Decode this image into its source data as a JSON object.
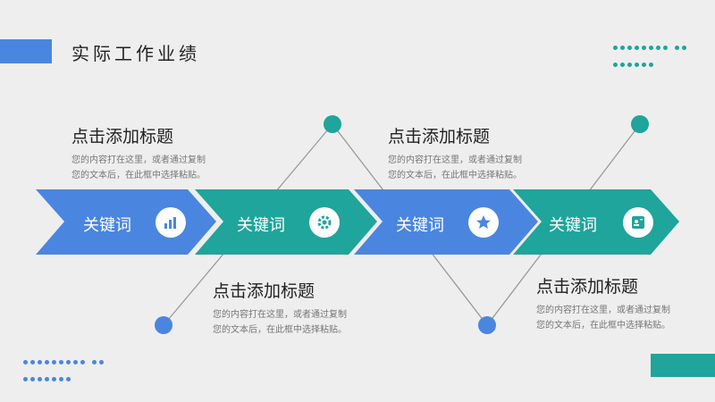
{
  "slide": {
    "title": "实际工作业绩",
    "colors": {
      "blue": "#4a86e0",
      "teal": "#1fa59b"
    }
  },
  "items": [
    {
      "label": "关键词",
      "icon": "bar-chart-icon",
      "title": "点击添加标题",
      "desc_line1": "您的内容打在这里，或者通过复制",
      "desc_line2": "您的文本后，在此框中选择粘贴。"
    },
    {
      "label": "关键词",
      "icon": "gear-icon",
      "title": "点击添加标题",
      "desc_line1": "您的内容打在这里，或者通过复制",
      "desc_line2": "您的文本后，在此框中选择粘贴。"
    },
    {
      "label": "关键词",
      "icon": "star-icon",
      "title": "点击添加标题",
      "desc_line1": "您的内容打在这里，或者通过复制",
      "desc_line2": "您的文本后，在此框中选择粘贴。"
    },
    {
      "label": "关键词",
      "icon": "id-card-icon",
      "title": "点击添加标题",
      "desc_line1": "您的内容打在这里，或者通过复制",
      "desc_line2": "您的文本后，在此框中选择粘贴。"
    }
  ]
}
